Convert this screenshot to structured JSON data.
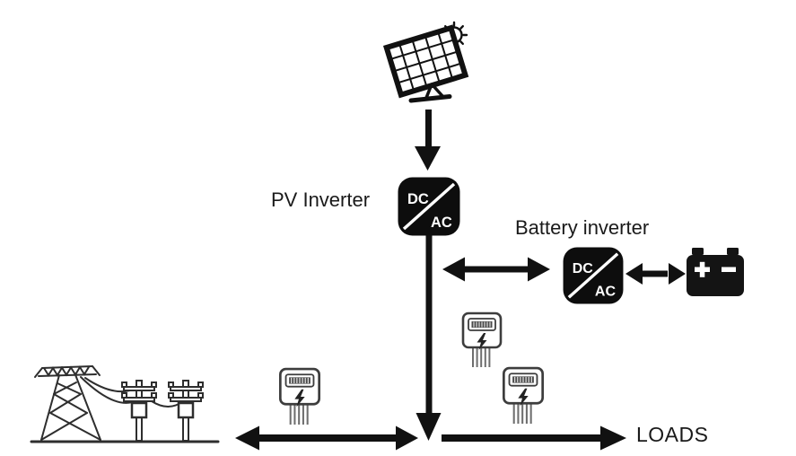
{
  "labels": {
    "pv_inverter": "PV Inverter",
    "battery_inverter": "Battery inverter",
    "loads": "LOADS"
  },
  "inverter": {
    "dc": "DC",
    "ac": "AC"
  },
  "colors": {
    "ink": "#111111",
    "background": "#ffffff",
    "meter_stroke": "#3d3d3d",
    "inverter_box": "#0d0d0d"
  },
  "icons": {
    "sun-icon": "circle with 8 rays",
    "solar-panel-icon": "tilted 5x4 PV module on stand",
    "pv-inverter-icon": "black rounded square split by diagonal, DC over AC",
    "battery-inverter-icon": "black rounded square split by diagonal, DC over AC",
    "battery-icon": "black battery body with + and - and two terminals",
    "energy-meter-icon": "meter with digit display, lightning bolt, hanging wires",
    "power-grid-icon": "transmission tower and two utility poles with sagging wires",
    "bolt-icon": "⚡"
  }
}
